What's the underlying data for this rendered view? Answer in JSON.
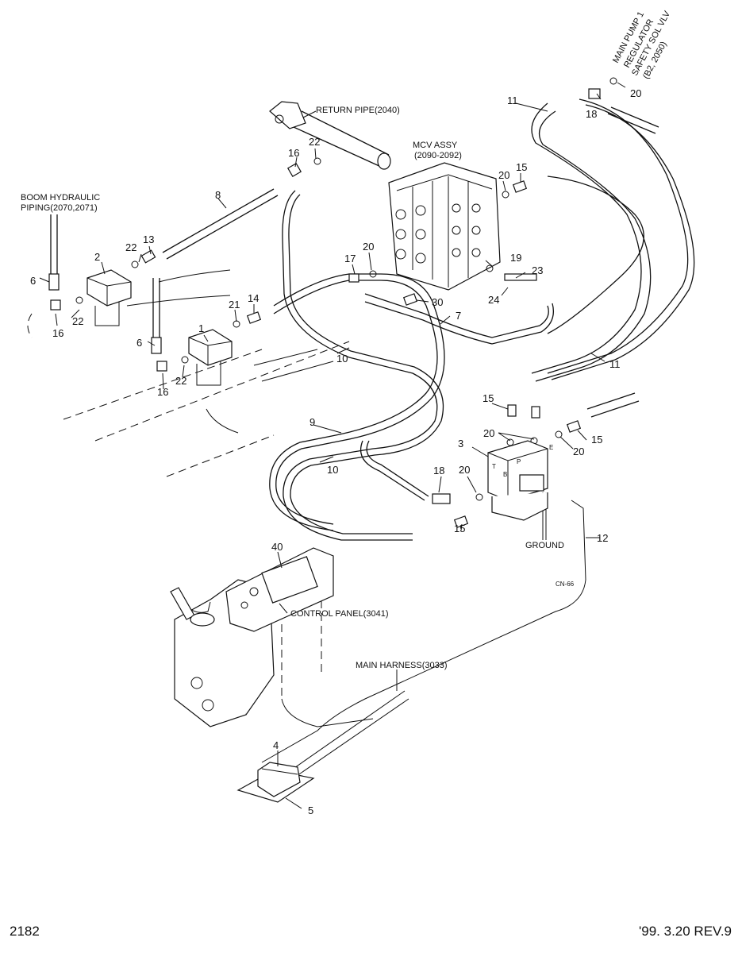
{
  "figure_number": "2182",
  "revision": "'99. 3.20  REV.9",
  "labels": {
    "return_pipe": "RETURN PIPE(2040)",
    "mcv_assy_1": "MCV ASSY",
    "mcv_assy_2": "(2090-2092)",
    "boom_piping_1": "BOOM HYDRAULIC",
    "boom_piping_2": "PIPING(2070,2071)",
    "main_pump_1": "MAIN PUMP 1",
    "main_pump_2": "REGULATOR",
    "safety_sol_1": "SAFETY SOL VLV",
    "safety_sol_2": "(B2, 2050)",
    "ground": "GROUND",
    "control_panel": "CONTROL PANEL(3041)",
    "main_harness": "MAIN HARNESS(3033)",
    "connector": "CN-66",
    "port_t": "T",
    "port_p": "P",
    "port_b": "B",
    "port_e": "E"
  },
  "callouts": {
    "c1": "1",
    "c2": "2",
    "c3": "3",
    "c4": "4",
    "c5": "5",
    "c6a": "6",
    "c6b": "6",
    "c7": "7",
    "c8": "8",
    "c9": "9",
    "c10a": "10",
    "c10b": "10",
    "c11a": "11",
    "c11b": "11",
    "c12": "12",
    "c13": "13",
    "c14": "14",
    "c15a": "15",
    "c15b": "15",
    "c15c": "15",
    "c15d": "15",
    "c16a": "16",
    "c16b": "16",
    "c16c": "16",
    "c17": "17",
    "c18a": "18",
    "c18b": "18",
    "c19": "19",
    "c20a": "20",
    "c20b": "20",
    "c20c": "20",
    "c20d": "20",
    "c20e": "20",
    "c20f": "20",
    "c21": "21",
    "c22a": "22",
    "c22b": "22",
    "c22c": "22",
    "c22d": "22",
    "c23": "23",
    "c24": "24",
    "c30": "30",
    "c40": "40"
  }
}
